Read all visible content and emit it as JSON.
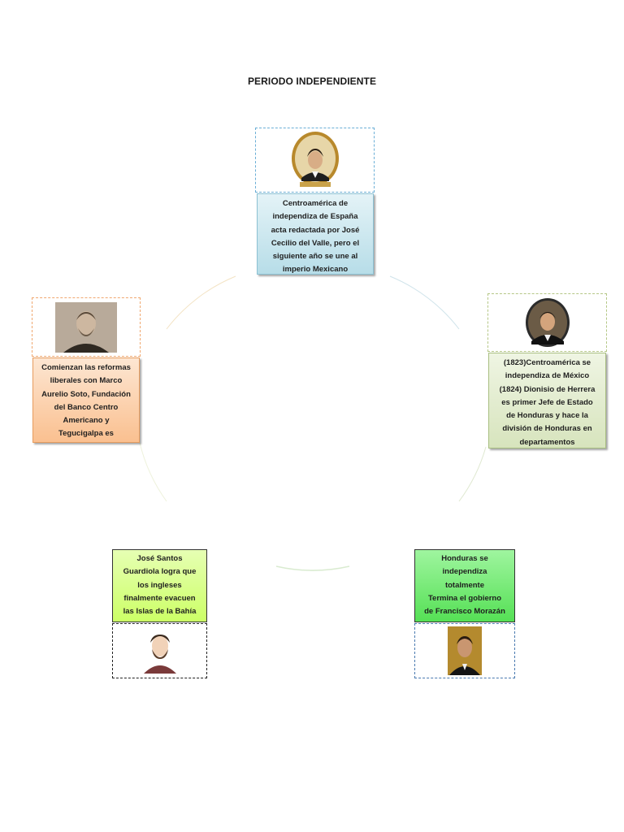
{
  "title": "PERIODO INDEPENDIENTE",
  "colors": {
    "top": "#b7dde8",
    "right": "#d7e4bd",
    "left": "#fac090",
    "bottom_left": "#ccff66",
    "bottom_right": "#66ee66",
    "ring": "#dfe8d0"
  },
  "nodes": {
    "top": {
      "lines": [
        "Centroamérica de",
        "independiza de España",
        "acta redactada por José",
        "Cecilio del Valle, pero el",
        "siguiente año se une al",
        "imperio Mexicano"
      ],
      "portrait_icon": "portrait-oval-icon"
    },
    "right": {
      "lines": [
        "(1823)Centroamérica se",
        "independiza de México",
        "(1824) Dionisio de Herrera",
        "es primer Jefe de Estado",
        "de Honduras y hace la",
        "división de Honduras en",
        "departamentos"
      ],
      "portrait_icon": "portrait-oval-icon"
    },
    "left": {
      "lines": [
        "Comienzan las reformas",
        "liberales con Marco",
        "Aurelio Soto, Fundación",
        "del Banco Centro",
        "Americano y",
        "Tegucigalpa es"
      ],
      "portrait_icon": "portrait-photo-icon"
    },
    "bottom_left": {
      "lines": [
        "José Santos",
        "Guardiola logra que",
        "los ingleses",
        "finalmente evacuen",
        "las Islas de la Bahía"
      ],
      "portrait_icon": "portrait-drawing-icon"
    },
    "bottom_right": {
      "lines": [
        "Honduras se",
        "independiza",
        "totalmente",
        "Termina el gobierno",
        "de Francisco Morazán"
      ],
      "portrait_icon": "portrait-painting-icon"
    }
  }
}
